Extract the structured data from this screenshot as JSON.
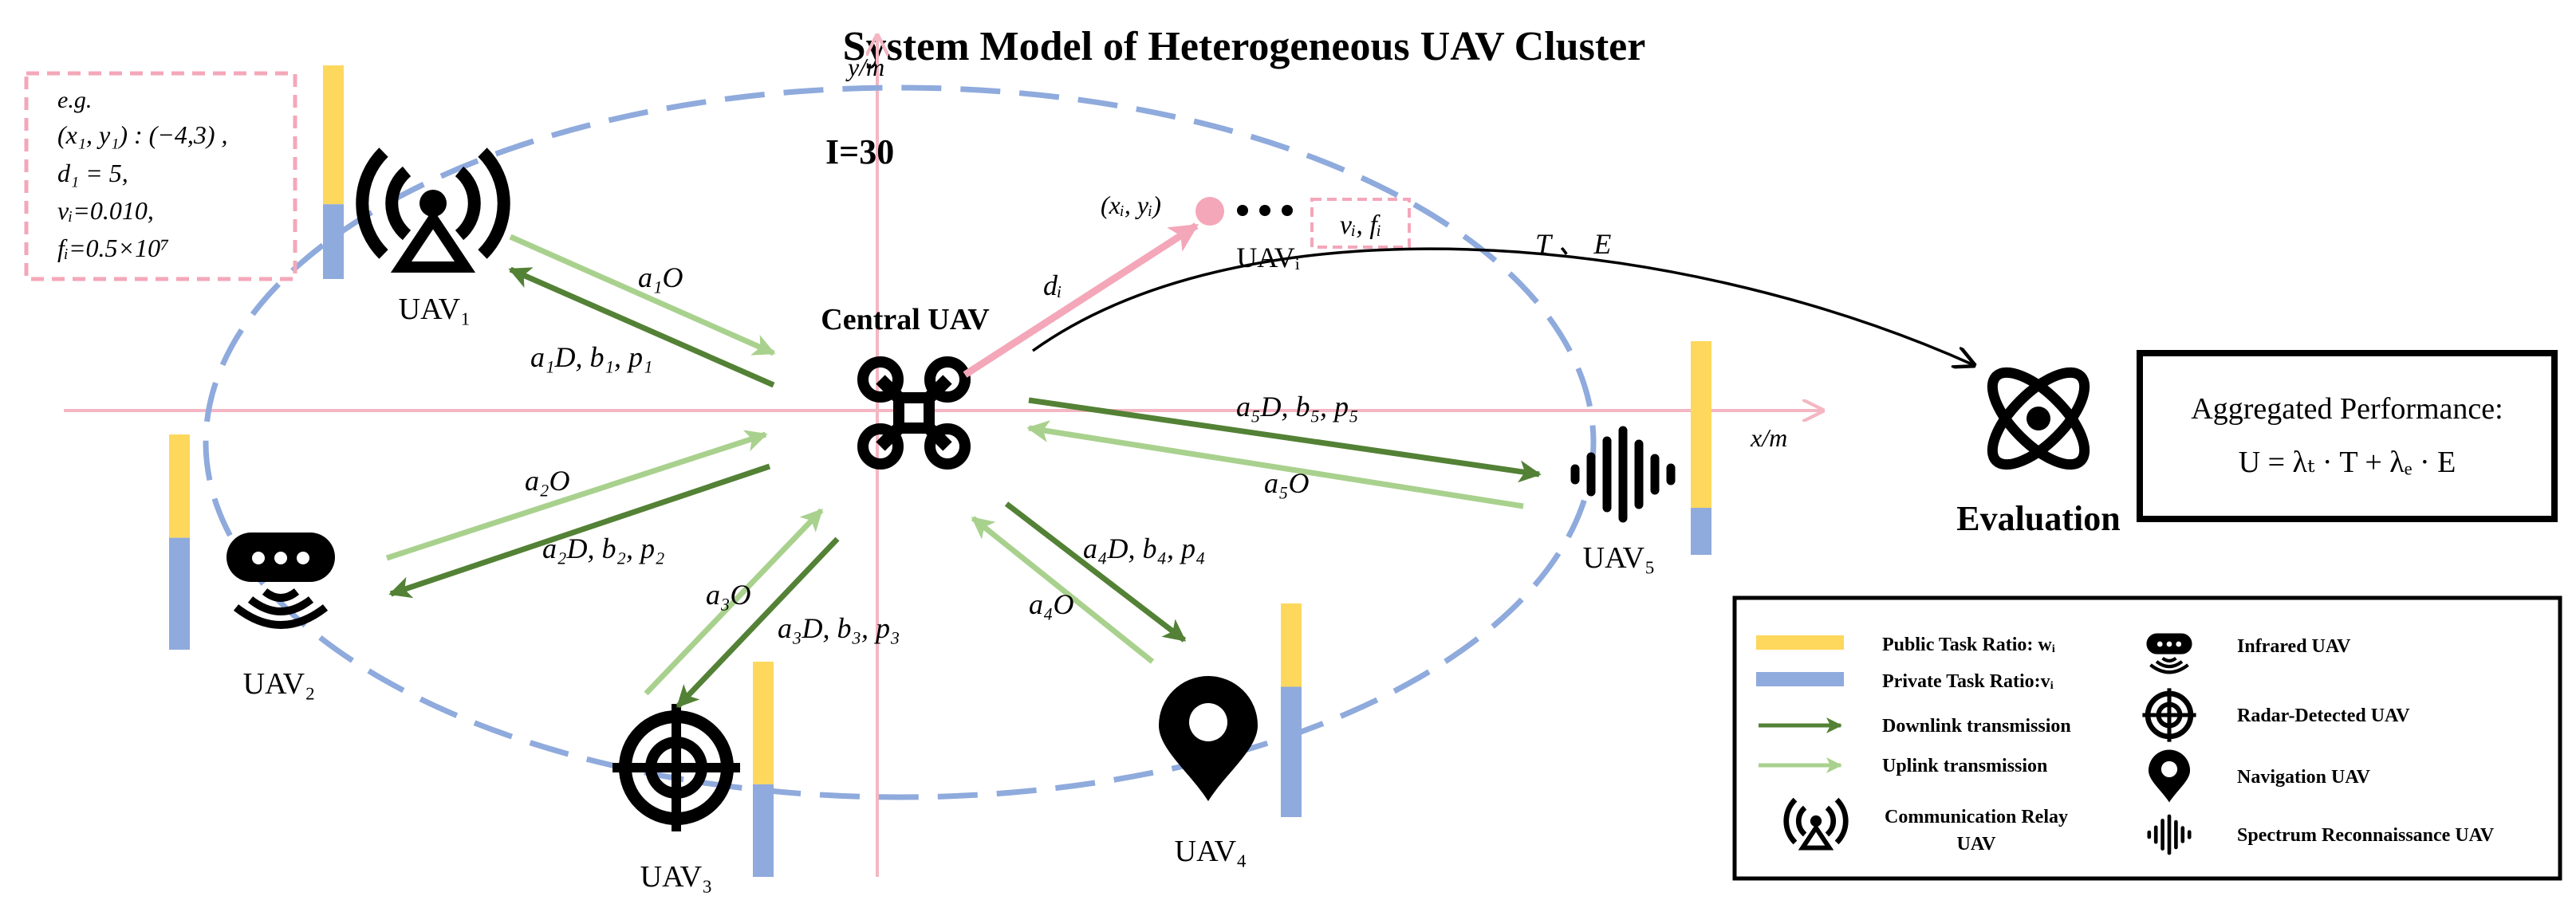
{
  "title": "System Model of Heterogeneous UAV Cluster",
  "iteration_label": "I=30",
  "axes": {
    "x_label": "x/m",
    "y_label": "y/m"
  },
  "example_box": {
    "header": "e.g.",
    "coord": "(x₁, y₁) : (−4,3) ,",
    "distance": "d₁ = 5,",
    "private_ratio": "vᵢ=0.010,",
    "frequency": "fᵢ=0.5×10⁷"
  },
  "central": {
    "label": "Central UAV"
  },
  "generic_uav": {
    "position": "(xᵢ, yᵢ)",
    "label": "UAVᵢ",
    "params": "vᵢ, fᵢ",
    "distance": "dᵢ",
    "output": "T 、 E"
  },
  "uavs": [
    {
      "label": "UAV₁",
      "type": "communication-relay",
      "public_ratio": 0.65,
      "private_ratio": 0.35,
      "uplink": "a₁O",
      "downlink": "a₁D, b₁, p₁"
    },
    {
      "label": "UAV₂",
      "type": "infrared",
      "public_ratio": 0.48,
      "private_ratio": 0.52,
      "uplink": "a₂O",
      "downlink": "a₂D, b₂, p₂"
    },
    {
      "label": "UAV₃",
      "type": "radar-detected",
      "public_ratio": 0.57,
      "private_ratio": 0.43,
      "uplink": "a₃O",
      "downlink": "a₃D, b₃, p₃"
    },
    {
      "label": "UAV₄",
      "type": "navigation",
      "public_ratio": 0.39,
      "private_ratio": 0.61,
      "uplink": "a₄O",
      "downlink": "a₄D, b₄, p₄"
    },
    {
      "label": "UAV₅",
      "type": "spectrum-reconnaissance",
      "public_ratio": 0.78,
      "private_ratio": 0.22,
      "uplink": "a₅O",
      "downlink": "a₅D, b₅, p₅"
    }
  ],
  "evaluation": {
    "label": "Evaluation",
    "box_title": "Aggregated Performance:",
    "formula": "U = λₜ · T + λₑ · E"
  },
  "legend": {
    "public": "Public Task Ratio: wᵢ",
    "private": "Private Task Ratio:vᵢ",
    "downlink": "Downlink transmission",
    "uplink": "Uplink transmission",
    "comm_relay_l1": "Communication Relay",
    "comm_relay_l2": "UAV",
    "infrared": "Infrared UAV",
    "radar": "Radar-Detected UAV",
    "navigation": "Navigation UAV",
    "spectrum": "Spectrum Reconnaissance UAV"
  },
  "colors": {
    "public": "#FDD85D",
    "private": "#8FAADC",
    "downlink": "#538135",
    "uplink": "#A9D18E",
    "axis": "#F4B6C2",
    "ellipse": "#8FAADC",
    "pink_box": "#F4A7B9"
  }
}
